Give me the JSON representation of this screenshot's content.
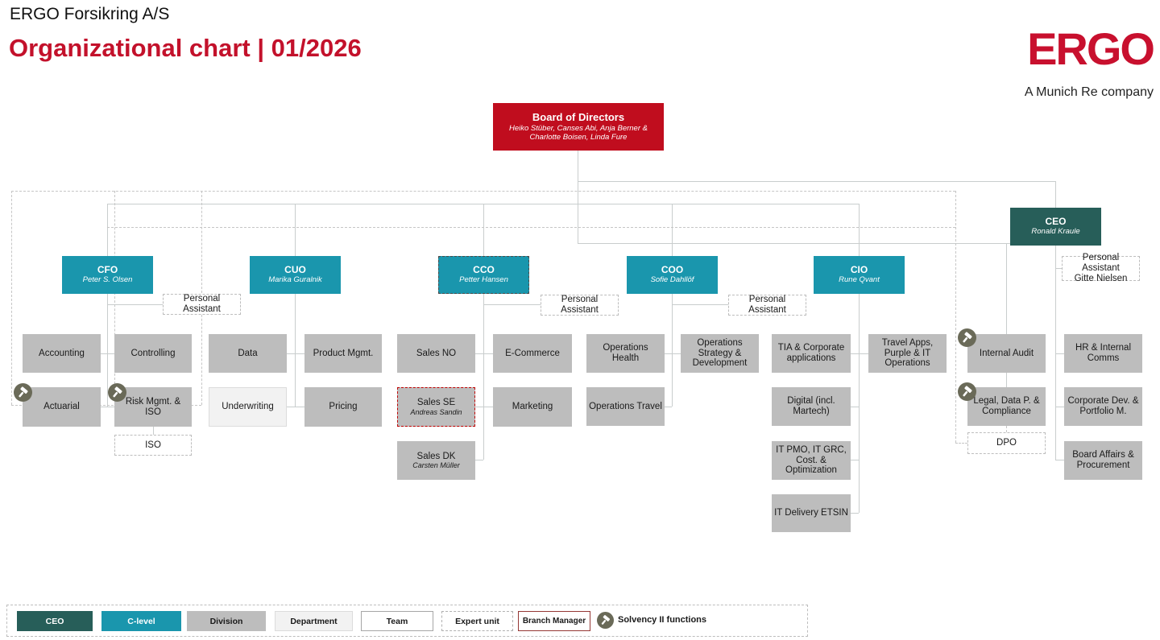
{
  "header": {
    "company": "ERGO Forsikring A/S",
    "title": "Organizational chart | 01/2026"
  },
  "brand": {
    "logo": "ERGO",
    "tagline": "A Munich Re company"
  },
  "board": {
    "title": "Board of Directors",
    "members_line1": "Heiko Stüber, Canses Abi, Anja Berner &",
    "members_line2": "Charlotte Boisen, Linda Fure"
  },
  "executives": {
    "ceo": {
      "title": "CEO",
      "name": "Ronald Kraule"
    },
    "cfo": {
      "title": "CFO",
      "name": "Peter S. Olsen"
    },
    "cuo": {
      "title": "CUO",
      "name": "Marika Guralnik"
    },
    "cco": {
      "title": "CCO",
      "name": "Petter Hansen"
    },
    "coo": {
      "title": "COO",
      "name": "Sofie Dahllöf"
    },
    "cio": {
      "title": "CIO",
      "name": "Rune Qvant"
    }
  },
  "assistants": {
    "generic": "Personal Assistant",
    "ceo_line1": "Personal Assistant",
    "ceo_line2": "Gitte Nielsen"
  },
  "units": {
    "accounting": "Accounting",
    "controlling": "Controlling",
    "actuarial": "Actuarial",
    "risk": "Risk Mgmt. & ISO",
    "iso": "ISO",
    "data": "Data",
    "product": "Product Mgmt.",
    "underwriting": "Underwriting",
    "pricing": "Pricing",
    "sales_no": "Sales NO",
    "ecommerce": "E-Commerce",
    "sales_se": "Sales SE",
    "sales_se_name": "Andreas Sandin",
    "marketing": "Marketing",
    "sales_dk": "Sales DK",
    "sales_dk_name": "Carsten Müller",
    "ops_health": "Operations Health",
    "ops_strategy": "Operations Strategy & Development",
    "ops_travel": "Operations Travel",
    "tia": "TIA & Corporate applications",
    "travel_apps": "Travel Apps, Purple & IT Operations",
    "digital": "Digital (incl. Martech)",
    "it_pmo": "IT PMO, IT GRC, Cost. & Optimization",
    "it_delivery": "IT Delivery ETSIN",
    "internal_audit": "Internal Audit",
    "hr": "HR & Internal Comms",
    "legal": "Legal, Data P. & Compliance",
    "corp_dev": "Corporate Dev. & Portfolio M.",
    "dpo": "DPO",
    "board_affairs": "Board Affairs & Procurement"
  },
  "legend": {
    "items": [
      {
        "label": "CEO"
      },
      {
        "label": "C-level"
      },
      {
        "label": "Division"
      },
      {
        "label": "Department"
      },
      {
        "label": "Team"
      },
      {
        "label": "Expert unit"
      },
      {
        "label": "Branch Manager"
      },
      {
        "label": "Solvency II functions"
      }
    ]
  },
  "colors": {
    "brand_red": "#c8102e",
    "board_red": "#c00d1e",
    "clevel_teal": "#1a96ad",
    "ceo_teal": "#275e59",
    "division_gray": "#bdbdbd",
    "solvency_olive": "#6a6a58",
    "branch_border_red": "#953735"
  }
}
